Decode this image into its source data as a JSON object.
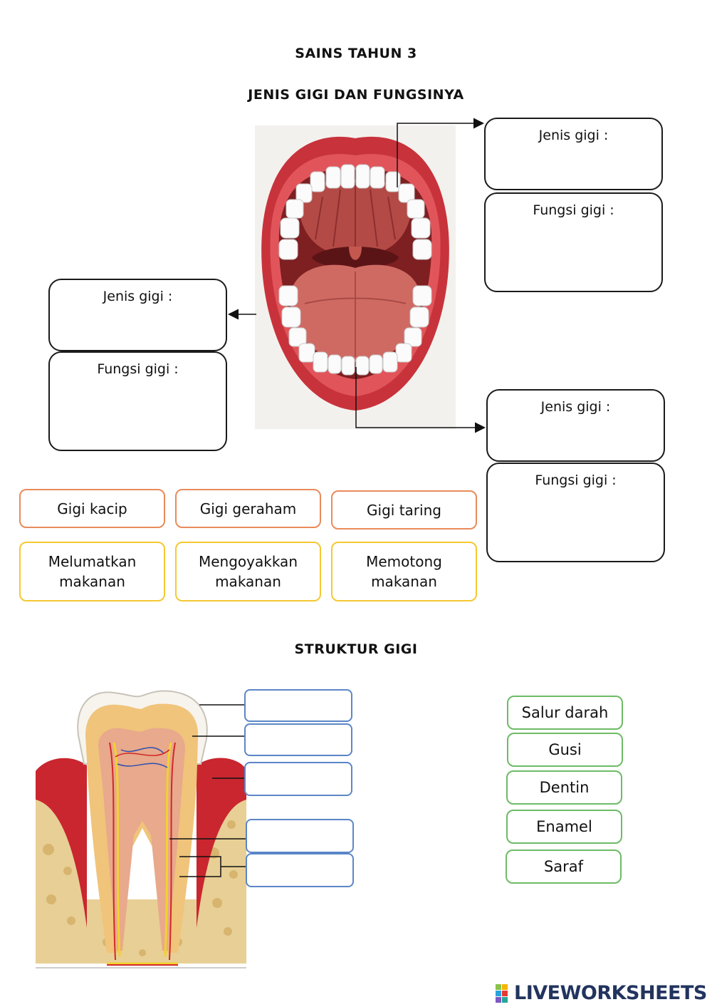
{
  "title": "SAINS TAHUN 3",
  "section1": {
    "heading": "JENIS GIGI DAN FUNGSINYA",
    "answer_boxes": [
      {
        "type_label": "Jenis gigi :",
        "function_label": "Fungsi gigi :"
      },
      {
        "type_label": "Jenis gigi :",
        "function_label": "Fungsi gigi :"
      },
      {
        "type_label": "Jenis gigi :",
        "function_label": "Fungsi gigi :"
      }
    ],
    "tooth_types": [
      "Gigi kacip",
      "Gigi geraham",
      "Gigi taring"
    ],
    "tooth_functions": [
      "Melumatkan makanan",
      "Mengoyakkan makanan",
      "Memotong makanan"
    ]
  },
  "section2": {
    "heading": "STRUKTUR GIGI",
    "parts": [
      "Salur darah",
      "Gusi",
      "Dentin",
      "Enamel",
      "Saraf"
    ]
  },
  "logo": {
    "text": "LIVEWORKSHEETS",
    "icon": "liveworksheets-logo-icon"
  },
  "colors": {
    "orange_border": "#e98b5b",
    "yellow_border": "#f5c832",
    "green_border": "#6dbb66",
    "blue_border": "#5b86c7",
    "logo_text": "#22345e"
  }
}
